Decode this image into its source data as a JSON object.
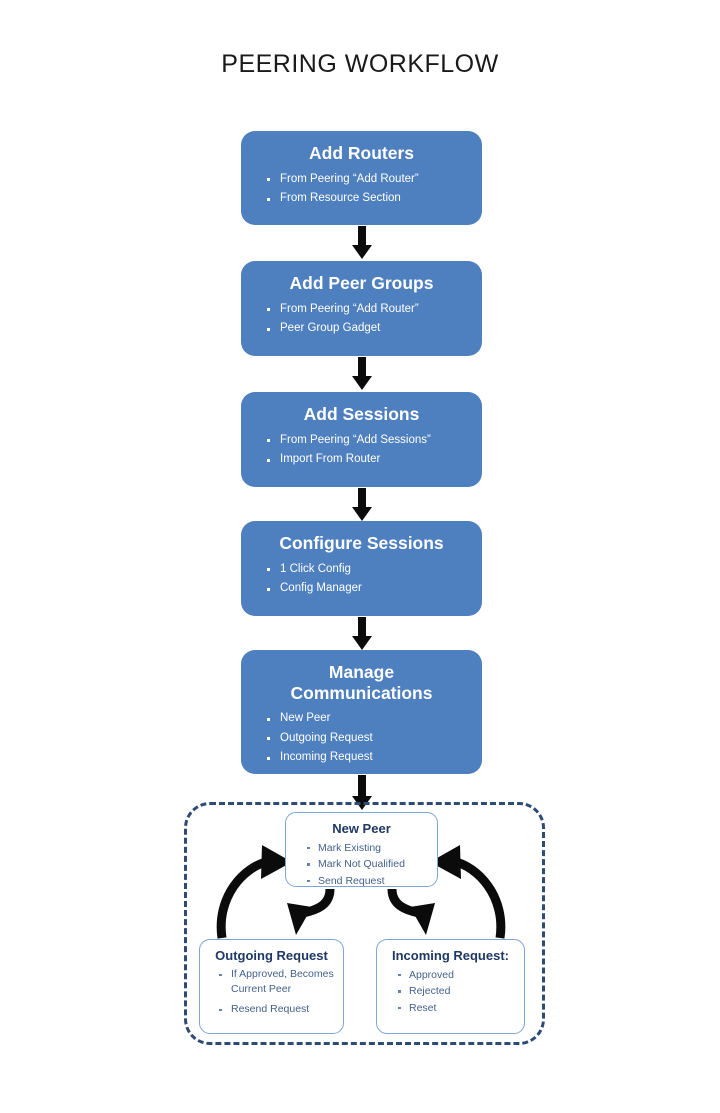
{
  "diagram": {
    "title": "PEERING WORKFLOW",
    "colors": {
      "step_fill": "#4E7FBF",
      "step_text": "#FFFFFF",
      "dashed_border": "#2E4A77",
      "subbox_border": "#7FA5D4",
      "subbox_title_text": "#1F3864",
      "subbox_bullet_text": "#44618C",
      "arrow": "#0B0B0B",
      "background": "#FFFFFF"
    },
    "steps": [
      {
        "id": "add-routers",
        "title": "Add Routers",
        "bullets": [
          "From  Peering “Add Router”",
          "From Resource Section"
        ]
      },
      {
        "id": "add-peer-groups",
        "title": "Add Peer Groups",
        "bullets": [
          "From  Peering “Add Router”",
          "Peer Group Gadget"
        ]
      },
      {
        "id": "add-sessions",
        "title": "Add Sessions",
        "bullets": [
          "From  Peering “Add Sessions”",
          "Import  From Router"
        ]
      },
      {
        "id": "configure-sessions",
        "title": "Configure Sessions",
        "bullets": [
          "1 Click Config",
          "Config Manager"
        ]
      },
      {
        "id": "manage-communications",
        "title_line1": "Manage",
        "title_line2": "Communications",
        "bullets": [
          "New Peer",
          "Outgoing Request",
          "Incoming Request"
        ]
      }
    ],
    "substeps": {
      "new_peer": {
        "title": "New Peer",
        "bullets": [
          "Mark Existing",
          "Mark Not Qualified",
          "Send Request"
        ]
      },
      "outgoing": {
        "title": "Outgoing Request",
        "bullets": [
          "If Approved, Becomes Current Peer",
          "Resend Request"
        ]
      },
      "incoming": {
        "title": "Incoming Request:",
        "bullets": [
          "Approved",
          "Rejected",
          "Reset"
        ]
      }
    }
  }
}
